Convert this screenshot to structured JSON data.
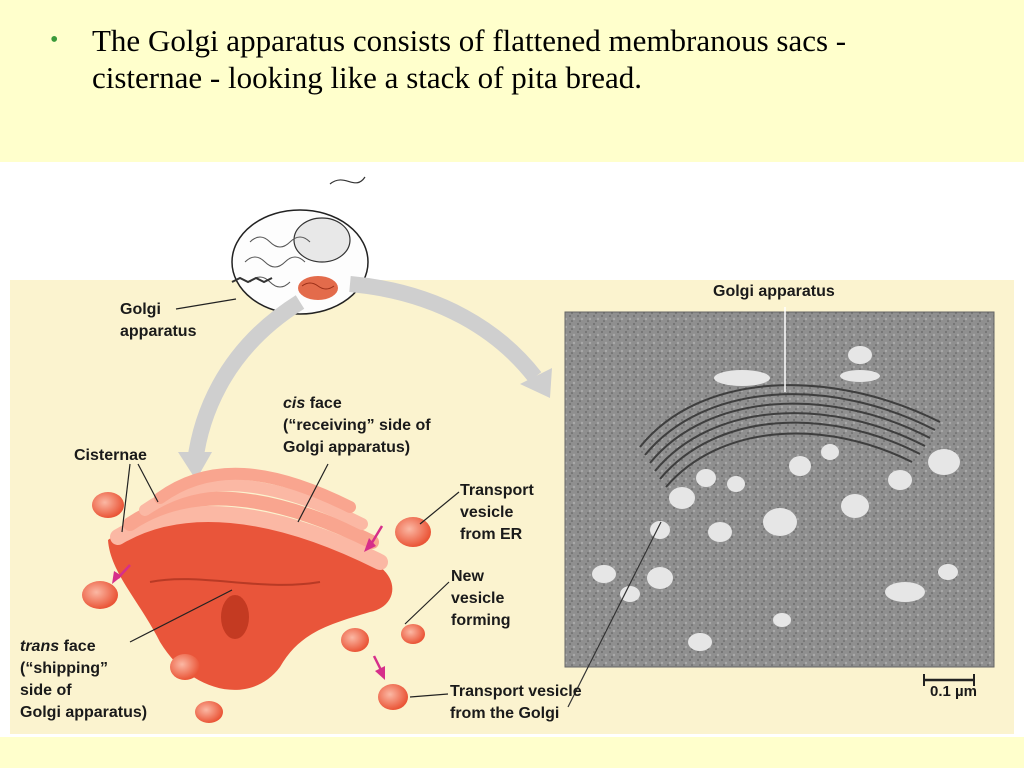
{
  "slide": {
    "bullet_text": "The Golgi apparatus consists of flattened membranous sacs - cisternae - looking like a stack of pita bread."
  },
  "figure": {
    "labels": {
      "golgi_small_1": "Golgi",
      "golgi_small_2": "apparatus",
      "cisternae": "Cisternae",
      "cis_face_1_italic": "cis",
      "cis_face_1_rest": " face",
      "cis_face_2": "(“receiving” side of",
      "cis_face_3": "Golgi apparatus)",
      "transport_er_1": "Transport",
      "transport_er_2": "vesicle",
      "transport_er_3": "from ER",
      "new_vesicle_1": "New",
      "new_vesicle_2": "vesicle",
      "new_vesicle_3": "forming",
      "trans_face_1_italic": "trans",
      "trans_face_1_rest": " face",
      "trans_face_2": "(“shipping”",
      "trans_face_3": "side of",
      "trans_face_4": "Golgi apparatus)",
      "transport_golgi_1": "Transport vesicle",
      "transport_golgi_2": "from the Golgi",
      "micrograph_title": "Golgi apparatus",
      "scale_bar": "0.1 µm"
    },
    "colors": {
      "golgi_orange": "#f26a4f",
      "golgi_light": "#f9a58f",
      "cream_panel": "#fbf3cf",
      "micrograph_gray": "#8d8d8d",
      "arrow_magenta": "#d62f8a"
    }
  }
}
